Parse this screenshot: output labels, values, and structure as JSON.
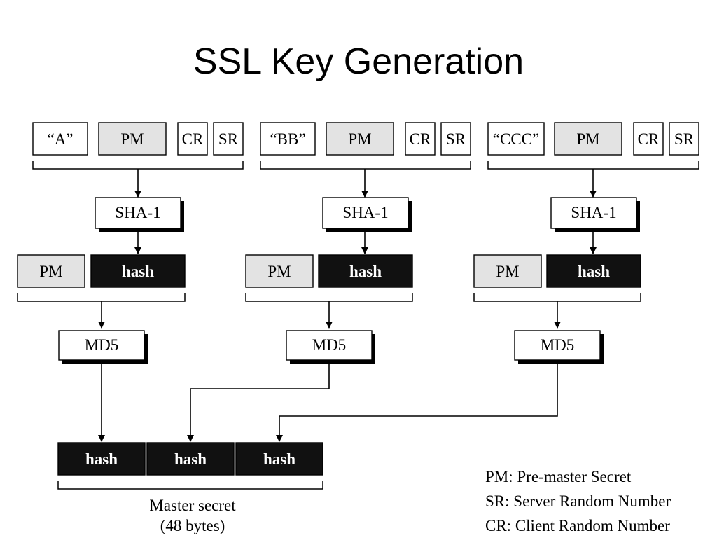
{
  "title": "SSL Key Generation",
  "groups": [
    {
      "label": "“A”",
      "pm": "PM",
      "cr": "CR",
      "sr": "SR",
      "sha": "SHA-1",
      "pm2": "PM",
      "hash": "hash",
      "md5": "MD5"
    },
    {
      "label": "“BB”",
      "pm": "PM",
      "cr": "CR",
      "sr": "SR",
      "sha": "SHA-1",
      "pm2": "PM",
      "hash": "hash",
      "md5": "MD5"
    },
    {
      "label": "“CCC”",
      "pm": "PM",
      "cr": "CR",
      "sr": "SR",
      "sha": "SHA-1",
      "pm2": "PM",
      "hash": "hash",
      "md5": "MD5"
    }
  ],
  "master": {
    "hashes": [
      "hash",
      "hash",
      "hash"
    ],
    "label_line1": "Master secret",
    "label_line2": "(48 bytes)"
  },
  "legend": [
    "PM: Pre-master Secret",
    "SR: Server Random Number",
    "CR: Client Random Number"
  ],
  "colors": {
    "black_box": "#111111",
    "gray_box": "#e3e3e3"
  }
}
